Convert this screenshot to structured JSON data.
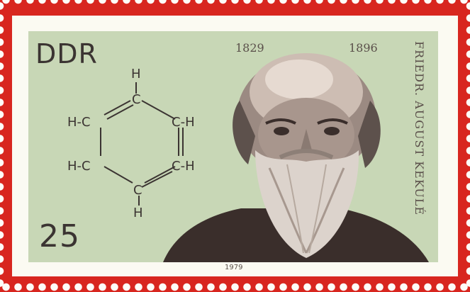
{
  "stamp": {
    "country": "DDR",
    "value": "25",
    "birth_year": "1829",
    "death_year": "1896",
    "name": "FRIEDR. AUGUST KEKULÉ",
    "issue_year": "1979"
  },
  "formula": {
    "h_top": "H",
    "h_bottom": "H",
    "left_upper": "H-C",
    "left_lower": "H-C",
    "right_upper": "C-H",
    "right_lower": "C-H",
    "c_top": "C",
    "c_bottom": "C"
  },
  "colors": {
    "border_red": "#d8261f",
    "paper": "#fbfaf2",
    "panel_green": "#c8d7b6",
    "ink": "#3b3432"
  }
}
